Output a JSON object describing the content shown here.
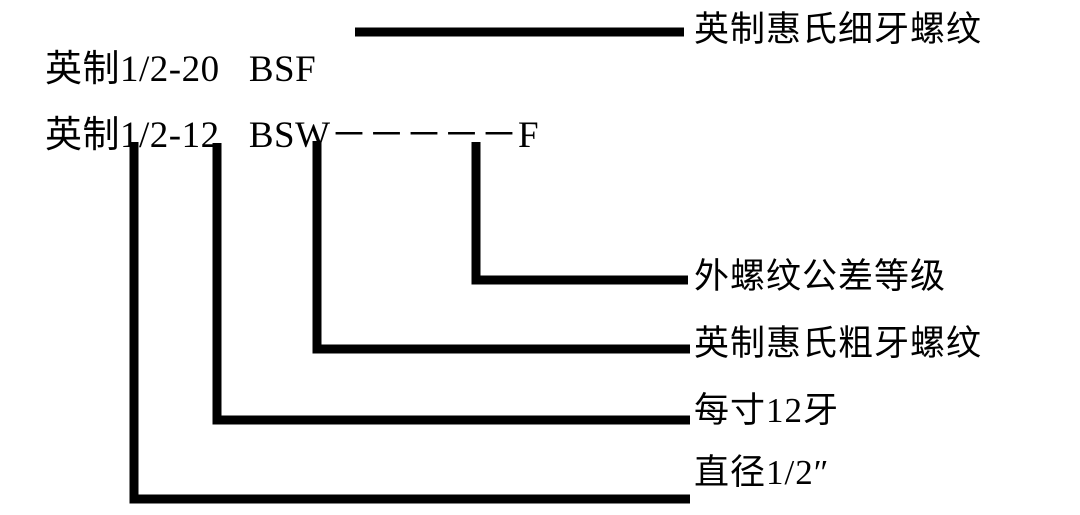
{
  "diagram": {
    "title_text_lines": [
      {
        "id": "line1",
        "designation": "英制1/2-20",
        "separator": "   ",
        "code": "BSF"
      },
      {
        "id": "line2",
        "designation": "英制1/2-12",
        "separator": "   ",
        "code": "BSW－－－－－F"
      }
    ],
    "callouts": [
      {
        "id": "fine",
        "label": "英制惠氏细牙螺纹"
      },
      {
        "id": "tol",
        "label": "外螺纹公差等级"
      },
      {
        "id": "coarse",
        "label": "英制惠氏粗牙螺纹"
      },
      {
        "id": "tpi",
        "label": "每寸12牙"
      },
      {
        "id": "dia",
        "label": "直径1/2″"
      }
    ],
    "line_color": "#000000",
    "background_color": "#ffffff",
    "stroke_width": 9
  }
}
